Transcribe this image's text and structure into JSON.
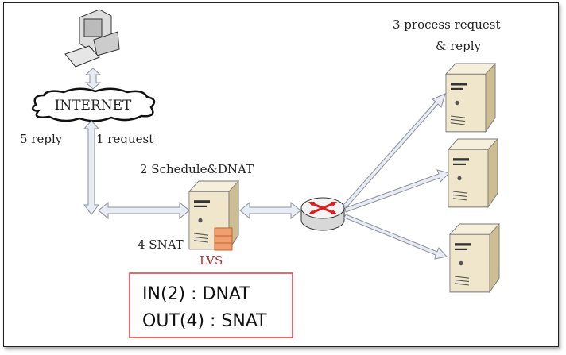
{
  "labels": {
    "internet": "INTERNET",
    "reply": "5 reply",
    "request": "1 request",
    "schedule": "2 Schedule&DNAT",
    "snat": "4 SNAT",
    "lvs": "LVS",
    "process_line1": "3 process request",
    "process_line2": "& reply"
  },
  "legend_box": {
    "line1": "IN(2) : DNAT",
    "line2": "OUT(4) : SNAT",
    "border_color": "#d93a3a"
  },
  "colors": {
    "lvs_label": "#b03030",
    "arrow_fill": "#e8ecf4",
    "server_body": "#e9dfc2",
    "router_arrows": "#d42020"
  },
  "nodes": [
    "client-computer",
    "internet-cloud",
    "lvs-director",
    "router",
    "real-server-1",
    "real-server-2",
    "real-server-3"
  ]
}
